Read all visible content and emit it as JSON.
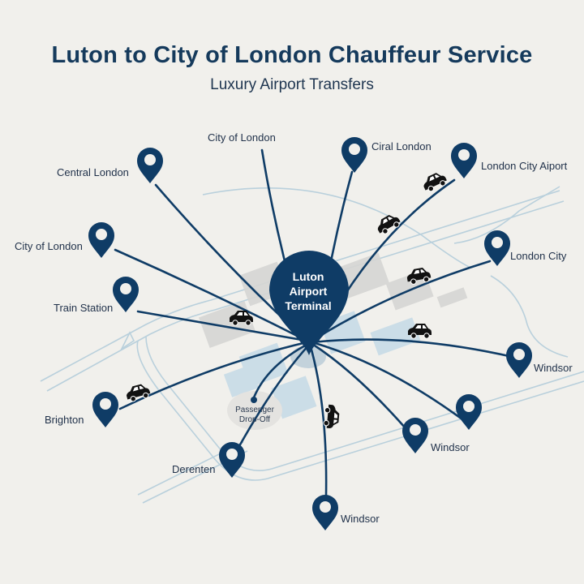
{
  "header": {
    "title": "Luton to City of London Chauffeur Service",
    "subtitle": "Luxury Airport Transfers"
  },
  "hub": {
    "label_line1": "Luton",
    "label_line2": "Airport",
    "label_line3": "Terminal",
    "color": "#0f3c66"
  },
  "drop_off": {
    "line1": "Passenger",
    "line2": "Drop-Off"
  },
  "destinations": [
    {
      "label": "Central London"
    },
    {
      "label": "City of London"
    },
    {
      "label": "Ciral London"
    },
    {
      "label": "London City Aiport"
    },
    {
      "label": "City of London"
    },
    {
      "label": "London City"
    },
    {
      "label": "Train Station"
    },
    {
      "label": "Windsor"
    },
    {
      "label": "Brighton"
    },
    {
      "label": "Windsor"
    },
    {
      "label": "Derenten"
    },
    {
      "label": "Windsor"
    },
    {
      "label": ""
    }
  ],
  "colors": {
    "route": "#0f3c66",
    "road": "#b9d0dc",
    "background": "#f1f0ec",
    "building_gray": "#d6d6d4",
    "building_blue": "#c7dbe7"
  },
  "icons": {
    "pin": "map-pin-icon",
    "car": "car-icon"
  }
}
